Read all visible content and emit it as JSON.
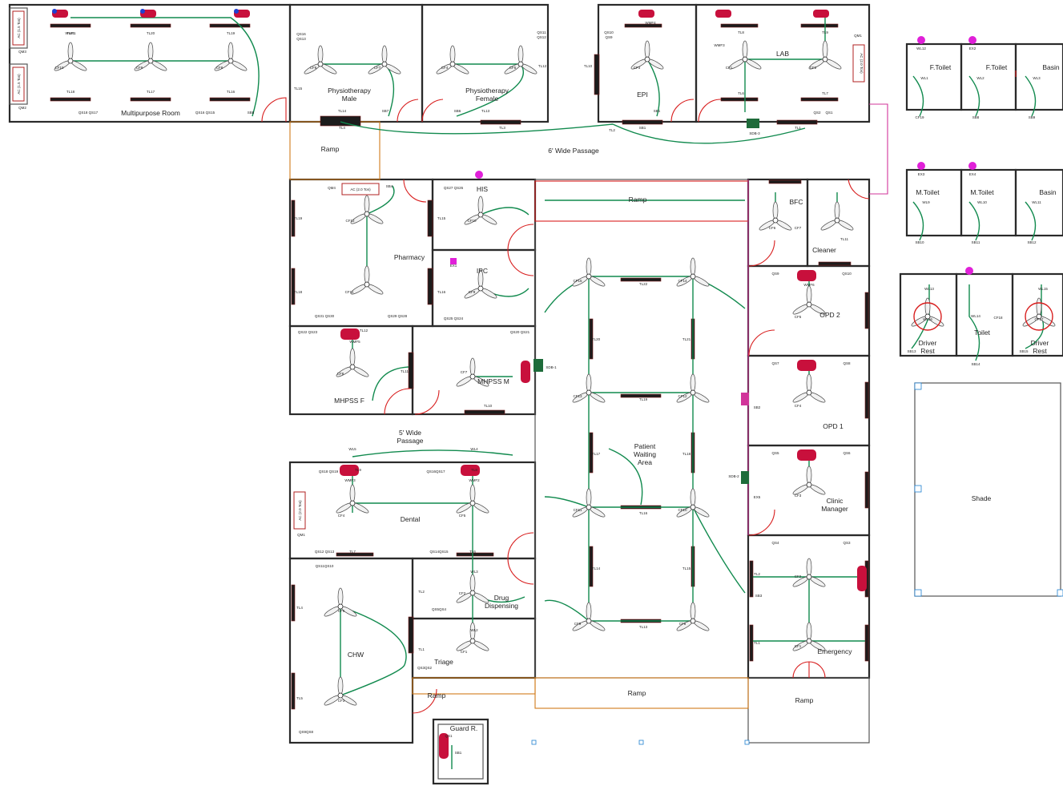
{
  "rooms": [
    {
      "id": "multipurpose",
      "label": "Multipurpose Room"
    },
    {
      "id": "physio-male",
      "label": "Physiotherapy\nMale"
    },
    {
      "id": "physio-female",
      "label": "Physiotherapy\nFemale"
    },
    {
      "id": "epi",
      "label": "EPI"
    },
    {
      "id": "lab",
      "label": "LAB"
    },
    {
      "id": "pharmacy",
      "label": "Pharmacy"
    },
    {
      "id": "his",
      "label": "HIS"
    },
    {
      "id": "ipc",
      "label": "IPC"
    },
    {
      "id": "mhpss-f",
      "label": "MHPSS F"
    },
    {
      "id": "mhpss-m",
      "label": "MHPSS M"
    },
    {
      "id": "dental",
      "label": "Dental"
    },
    {
      "id": "drug-dispensing",
      "label": "Drug\nDispensing"
    },
    {
      "id": "triage",
      "label": "Triage"
    },
    {
      "id": "chw",
      "label": "CHW"
    },
    {
      "id": "bfc",
      "label": "BFC"
    },
    {
      "id": "cleaner",
      "label": "Cleaner"
    },
    {
      "id": "opd2",
      "label": "OPD 2"
    },
    {
      "id": "opd1",
      "label": "OPD 1"
    },
    {
      "id": "clinic-manager",
      "label": "Clinic\nManager"
    },
    {
      "id": "emergency",
      "label": "Emergency"
    },
    {
      "id": "patient-waiting",
      "label": "Patient\nWaiting\nArea"
    },
    {
      "id": "guard",
      "label": "Guard R."
    },
    {
      "id": "f-toilet-1",
      "label": "F.Toilet"
    },
    {
      "id": "f-toilet-2",
      "label": "F.Toilet"
    },
    {
      "id": "basin-1",
      "label": "Basin"
    },
    {
      "id": "m-toilet-1",
      "label": "M.Toilet"
    },
    {
      "id": "m-toilet-2",
      "label": "M.Toilet"
    },
    {
      "id": "basin-2",
      "label": "Basin"
    },
    {
      "id": "driver-rest-1",
      "label": "Driver\nRest"
    },
    {
      "id": "toilet",
      "label": "Toilet"
    },
    {
      "id": "driver-rest-2",
      "label": "Driver\nRest"
    },
    {
      "id": "shade",
      "label": "Shade"
    }
  ],
  "areas": [
    {
      "id": "ramp-left",
      "label": "Ramp"
    },
    {
      "id": "passage-6",
      "label": "6' Wide Passage"
    },
    {
      "id": "ramp-center",
      "label": "Ramp"
    },
    {
      "id": "passage-5",
      "label": "5' Wide\nPassage"
    },
    {
      "id": "ramp-bottom-left",
      "label": "Ramp"
    },
    {
      "id": "ramp-bottom-center",
      "label": "Ramp"
    },
    {
      "id": "ramp-bottom-right",
      "label": "Ramp"
    }
  ],
  "equipment": {
    "ac_labels": [
      "AC (1.5 Ton)",
      "AC (1.5 Ton)",
      "AC (2.0 Ton)",
      "AC (2.0 Ton)",
      "AC (2.0 Ton)"
    ],
    "distribution_boards": [
      "SDB-1",
      "SDB-2",
      "SDB-3",
      "SDB-1",
      "SDB-1"
    ]
  },
  "small_labels": [
    "TL21",
    "TL20",
    "TL19",
    "TL18",
    "TL17",
    "TL16",
    "CF10",
    "CF9",
    "CF8",
    "QM3",
    "QM2",
    "QS18 QS17",
    "QS16 QS15",
    "SB8",
    "QS16",
    "QS13",
    "TL15",
    "CF6",
    "CF7",
    "TL14",
    "SB7",
    "TL4",
    "CF4",
    "CF5",
    "TL12",
    "SB6",
    "TL13",
    "TL3",
    "QS11",
    "QS12",
    "TL10",
    "CF3",
    "SB1",
    "TL2",
    "SB1",
    "WMF4",
    "QS10",
    "QS9",
    "WMF3",
    "CF1",
    "CF2",
    "TL6",
    "TL7",
    "TL8",
    "TL9",
    "QS2",
    "QS1",
    "TL1",
    "QM1",
    "SB4",
    "QM4",
    "TL19",
    "CF12",
    "TL18",
    "CF11",
    "QS31 QS30",
    "QS29 QS28",
    "TL15",
    "CF10",
    "TL16",
    "CF9",
    "QS27 QS26",
    "QS25 QS24",
    "EX1",
    "QS22 QS23",
    "TL12",
    "WMF5",
    "CF8",
    "CF7",
    "TL11",
    "TL10",
    "QS20 QS21",
    "WL5",
    "WL4",
    "QS18 QS19",
    "QS16QS17",
    "WMF3",
    "WMF2",
    "TL9",
    "TL8",
    "CF4",
    "CF5",
    "QS12 QS13",
    "QS11QS10",
    "TL7",
    "TL6",
    "QS14QS15",
    "QM1",
    "TL4",
    "CF6",
    "TL5",
    "CF3",
    "TL2",
    "CF2",
    "TL1",
    "CF1",
    "WL3",
    "WL2",
    "QS5QS4",
    "QS3QS2",
    "QS9QS8",
    "CF15",
    "CF14",
    "TL22",
    "TL20",
    "TL21",
    "CF13",
    "CF12",
    "TL19",
    "TL17",
    "TL18",
    "CF11",
    "CF10",
    "TL16",
    "TL14",
    "TL15",
    "CF9",
    "CF8",
    "TL13",
    "TL11",
    "CF6",
    "CF7",
    "QS9",
    "QS10",
    "WMF6",
    "CF5",
    "QS7",
    "QS8",
    "CF4",
    "QS5",
    "QS6",
    "CF3",
    "QS4",
    "QS3",
    "CF2",
    "TL2",
    "CF1",
    "TL1",
    "SB13",
    "SB14",
    "SB15",
    "WL13",
    "WL14",
    "WL15",
    "WL16",
    "CF17",
    "CF18",
    "CF19",
    "SB8",
    "SB9",
    "SB10",
    "SB11",
    "SB12",
    "WL1",
    "WL2",
    "WL3",
    "WL9",
    "WL10",
    "WL11",
    "WL12",
    "EX2",
    "EX3",
    "EX4",
    "EX5",
    "SB2",
    "SB3",
    "QS1",
    "SB1",
    "WMF1"
  ]
}
